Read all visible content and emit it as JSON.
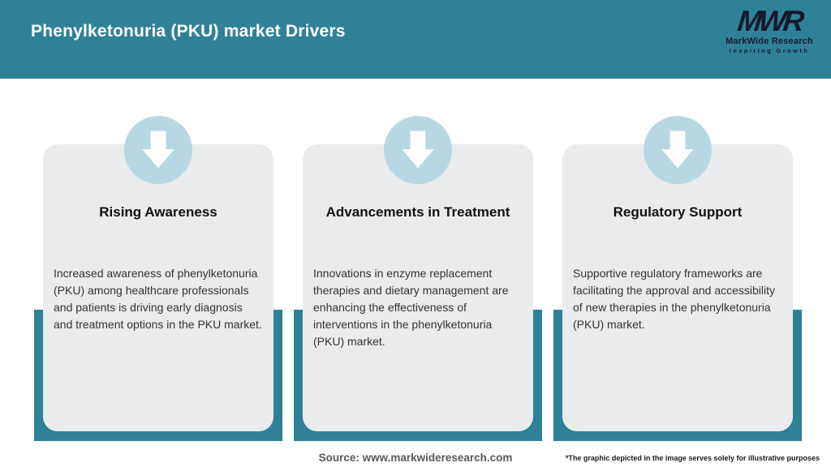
{
  "header": {
    "title": "Phenylketonuria (PKU) market Drivers"
  },
  "logo": {
    "monogram": "MWR",
    "name": "MarkWide Research",
    "tagline": "Inspiring Growth"
  },
  "cards": [
    {
      "icon": "arrow-down-icon",
      "title": "Rising Awareness",
      "body": "Increased awareness of phenylketonuria (PKU) among healthcare professionals and patients is driving early diagnosis and treatment options in the PKU market."
    },
    {
      "icon": "arrow-down-icon",
      "title": "Advancements in Treatment",
      "body": "Innovations in enzyme replacement therapies and dietary management are enhancing the effectiveness of interventions in the phenylketonuria (PKU) market."
    },
    {
      "icon": "arrow-down-icon",
      "title": "Regulatory Support",
      "body": "Supportive regulatory frameworks are facilitating the approval and accessibility of new therapies in the phenylketonuria (PKU) market."
    }
  ],
  "footer": {
    "source": "Source: www.markwideresearch.com",
    "disclaimer": "*The graphic depicted in the image serves solely for illustrative purposes"
  },
  "colors": {
    "accent": "#2F8198",
    "icon_circle": "#B7D8E3",
    "card_bg": "#E9EBED",
    "logo_navy": "#141A2E",
    "header_text": "#FFFFFF",
    "body_text": "#333333",
    "source_text": "#58595C"
  }
}
